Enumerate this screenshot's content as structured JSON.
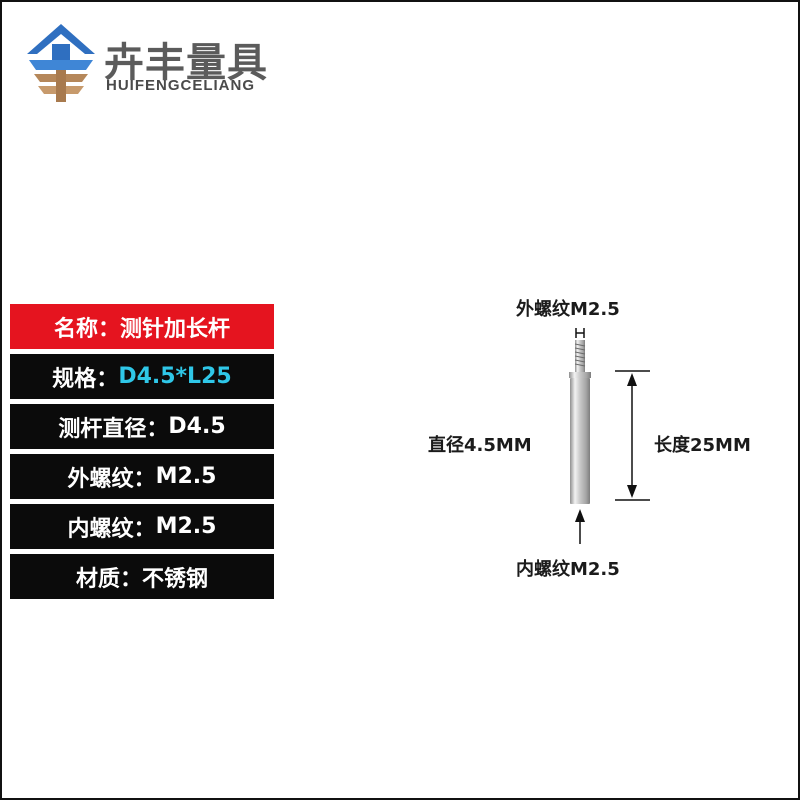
{
  "brand": {
    "name_cn": "卉丰量具",
    "name_en": "HUIFENGCELIANG"
  },
  "colors": {
    "header_bg": "#e5141f",
    "row_bg": "#0b0b0b",
    "accent": "#2fc7e8",
    "logo_blue": "#2f6fc0",
    "logo_bronze": "#b5875a"
  },
  "specs": [
    {
      "label": "名称：",
      "value": "测针加长杆"
    },
    {
      "label": "规格：",
      "value": "D4.5*L25"
    },
    {
      "label": "测杆直径：",
      "value": "D4.5"
    },
    {
      "label": "外螺纹：",
      "value": "M2.5"
    },
    {
      "label": "内螺纹：",
      "value": "M2.5"
    },
    {
      "label": "材质：",
      "value": "不锈钢"
    }
  ],
  "diagram": {
    "top_label": "外螺纹M2.5",
    "left_label": "直径4.5MM",
    "right_label": "长度25MM",
    "bottom_label": "内螺纹M2.5"
  }
}
